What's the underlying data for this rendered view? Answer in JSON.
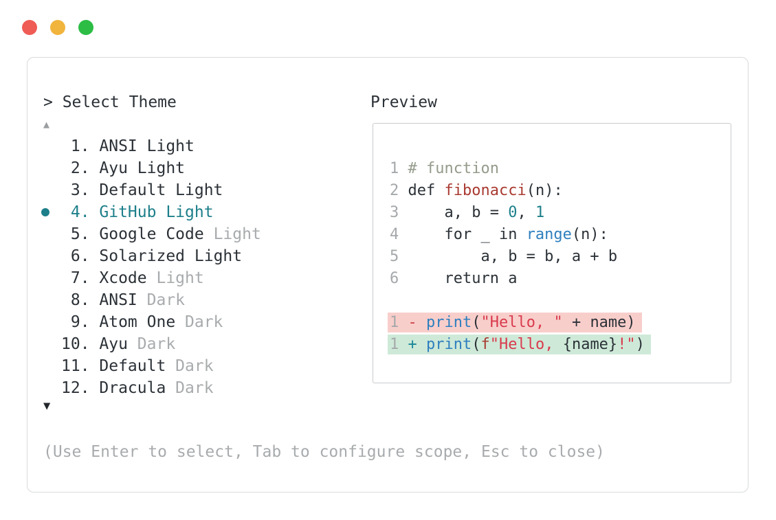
{
  "window": {
    "traffic_lights": [
      {
        "name": "close-button",
        "color": "#ef5b55"
      },
      {
        "name": "minimize-button",
        "color": "#f1b43d"
      },
      {
        "name": "zoom-button",
        "color": "#2cbd45"
      }
    ]
  },
  "theme_picker": {
    "title": "> Select Theme",
    "scroll_up_indicator": "▲",
    "scroll_down_indicator": "▼",
    "items": [
      {
        "number": " 1.",
        "name": "ANSI",
        "variant": "Light",
        "variant_muted": false,
        "selected": false
      },
      {
        "number": " 2.",
        "name": "Ayu",
        "variant": "Light",
        "variant_muted": false,
        "selected": false
      },
      {
        "number": " 3.",
        "name": "Default",
        "variant": "Light",
        "variant_muted": false,
        "selected": false
      },
      {
        "number": " 4.",
        "name": "GitHub",
        "variant": "Light",
        "variant_muted": false,
        "selected": true
      },
      {
        "number": " 5.",
        "name": "Google Code",
        "variant": "Light",
        "variant_muted": true,
        "selected": false
      },
      {
        "number": " 6.",
        "name": "Solarized",
        "variant": "Light",
        "variant_muted": false,
        "selected": false
      },
      {
        "number": " 7.",
        "name": "Xcode",
        "variant": "Light",
        "variant_muted": true,
        "selected": false
      },
      {
        "number": " 8.",
        "name": "ANSI",
        "variant": "Dark",
        "variant_muted": true,
        "selected": false
      },
      {
        "number": " 9.",
        "name": "Atom One",
        "variant": "Dark",
        "variant_muted": true,
        "selected": false
      },
      {
        "number": "10.",
        "name": "Ayu",
        "variant": "Dark",
        "variant_muted": true,
        "selected": false
      },
      {
        "number": "11.",
        "name": "Default",
        "variant": "Dark",
        "variant_muted": true,
        "selected": false
      },
      {
        "number": "12.",
        "name": "Dracula",
        "variant": "Dark",
        "variant_muted": true,
        "selected": false
      }
    ],
    "hint": "(Use Enter to select, Tab to configure scope, Esc to close)"
  },
  "preview": {
    "title": "Preview",
    "code_lines": [
      {
        "num": "1",
        "tokens": [
          {
            "text": "# function",
            "color": "comment"
          }
        ]
      },
      {
        "num": "2",
        "tokens": [
          {
            "text": "def ",
            "color": "text"
          },
          {
            "text": "fibonacci",
            "color": "function"
          },
          {
            "text": "(n):",
            "color": "text"
          }
        ]
      },
      {
        "num": "3",
        "tokens": [
          {
            "text": "    a, b = ",
            "color": "text"
          },
          {
            "text": "0",
            "color": "number"
          },
          {
            "text": ", ",
            "color": "text"
          },
          {
            "text": "1",
            "color": "number"
          }
        ]
      },
      {
        "num": "4",
        "tokens": [
          {
            "text": "    for _ in ",
            "color": "text"
          },
          {
            "text": "range",
            "color": "builtin"
          },
          {
            "text": "(n):",
            "color": "text"
          }
        ]
      },
      {
        "num": "5",
        "tokens": [
          {
            "text": "        a, b = b, a + b",
            "color": "text"
          }
        ]
      },
      {
        "num": "6",
        "tokens": [
          {
            "text": "    return a",
            "color": "text"
          }
        ]
      }
    ],
    "diff_lines": [
      {
        "num": "1",
        "type": "removed",
        "tokens": [
          {
            "text": "- ",
            "color": "minus"
          },
          {
            "text": "print",
            "color": "builtin"
          },
          {
            "text": "(",
            "color": "text"
          },
          {
            "text": "\"Hello, \"",
            "color": "string"
          },
          {
            "text": " + name)",
            "color": "text"
          }
        ]
      },
      {
        "num": "1",
        "type": "added",
        "tokens": [
          {
            "text": "+ ",
            "color": "plus"
          },
          {
            "text": "print",
            "color": "builtin"
          },
          {
            "text": "(",
            "color": "text"
          },
          {
            "text": "f",
            "color": "function"
          },
          {
            "text": "\"Hello, ",
            "color": "string"
          },
          {
            "text": "{name}",
            "color": "text"
          },
          {
            "text": "!\"",
            "color": "string"
          },
          {
            "text": ")",
            "color": "text"
          }
        ]
      }
    ]
  },
  "colors": {
    "text": "#2b3137",
    "muted": "#a8abad",
    "line-number": "#a5a8aa",
    "selection-teal": "#1d7f8a",
    "comment": "#949b8b",
    "function": "#a93a31",
    "builtin": "#2e7fbe",
    "number": "#1d7f8a",
    "string": "#d93b4d",
    "minus": "#ce3e45",
    "plus": "#178697",
    "removed-bg": "#f8cecb",
    "added-bg": "#cee9d8",
    "panel-border": "#d8dadb",
    "preview-border": "#c9cbcd",
    "arrow-up": "#9b9ea0",
    "arrow-down": "#23272b"
  }
}
